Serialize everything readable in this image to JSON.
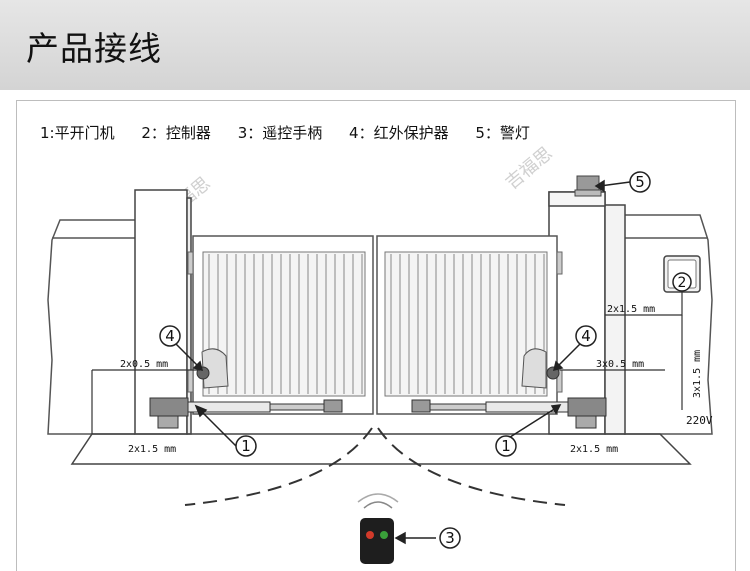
{
  "header": {
    "title": "产品接线"
  },
  "legend": [
    "1:平开门机",
    "2：控制器",
    "3：遥控手柄",
    "4：红外保护器",
    "5：警灯"
  ],
  "watermark": "吉福思",
  "callouts": {
    "n1": "1",
    "n2": "2",
    "n3": "3",
    "n4": "4",
    "n5": "5"
  },
  "cables": {
    "left_sensor": "2x0.5 mm",
    "right_sensor": "3x0.5 mm",
    "left_motor": "2x1.5 mm",
    "right_motor": "2x1.5 mm",
    "lamp": "2x1.5 mm",
    "power": "3x1.5 mm",
    "voltage": "220V"
  },
  "colors": {
    "header_bg": "#dcdcdc",
    "line": "#333333",
    "remote_red": "#d23a2a",
    "remote_green": "#3aa03a"
  }
}
